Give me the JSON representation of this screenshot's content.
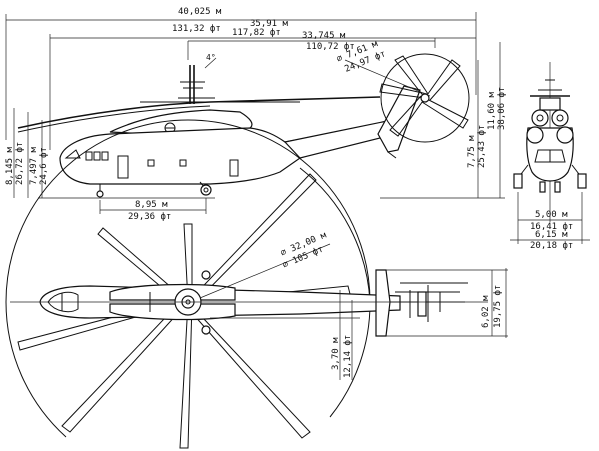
{
  "drawing": {
    "side_view": {
      "overall_length_m": "40,025 м",
      "overall_length_ft": "131,32 фт",
      "fuselage_length_m": "35,91 м",
      "rotor_to_tail_m": "117,82 фт",
      "length_33_m": "33,745 м",
      "length_33_ft": "110,72 фт",
      "tail_rotor_diam_m": "⌀ 7,61 м",
      "tail_rotor_diam_ft": "24,97 фт",
      "mast_tilt": "4°",
      "height_total_m": "8,145 м",
      "height_total_ft": "26,72 фт",
      "height_mid_m": "7,497 м",
      "height_mid_ft": "24,6 фт",
      "tail_height_m": "7,75 м",
      "tail_height_ft": "25,43 фт",
      "fin_height_m": "11,60 м",
      "fin_height_ft": "38,06 фт",
      "wheelbase_m": "8,95 м",
      "wheelbase_ft": "29,36 фт"
    },
    "front_view": {
      "track_m": "5,00 м",
      "track_ft": "16,41 фт",
      "width_m": "6,15 м",
      "width_ft": "20,18 фт"
    },
    "top_view": {
      "rotor_diam_m": "⌀ 32,00 м",
      "rotor_diam_ft": "⌀ 105 фт",
      "stab_span_m": "6,02 м",
      "stab_span_ft": "19,75 фт",
      "fuselage_width_m": "3,70 м",
      "fuselage_width_ft": "12,14 фт"
    }
  }
}
